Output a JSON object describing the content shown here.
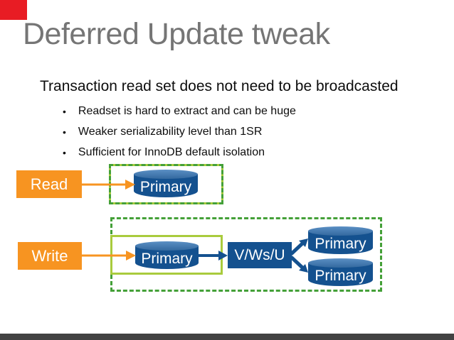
{
  "slide": {
    "title": "Deferred Update tweak",
    "lead": "Transaction read set does not need to be broadcasted",
    "bullet_glyph": "•",
    "bullets": [
      "Readset is hard to extract and can be huge",
      "Weaker serializability level than 1SR",
      "Sufficient for InnoDB default isolation"
    ]
  },
  "diagram": {
    "read_label": "Read",
    "write_label": "Write",
    "read_primary_label": "Primary",
    "write_primary_label": "Primary",
    "vwsu_label": "V/Ws/U",
    "replica_top_label": "Primary",
    "replica_bottom_label": "Primary"
  },
  "colors": {
    "accent_red": "#e81c24",
    "orange": "#f79421",
    "lime_border": "#a9cb3d",
    "dash_green": "#44a038",
    "dark_blue": "#14518f",
    "title_gray": "#757575",
    "footer_gray": "#424242"
  }
}
